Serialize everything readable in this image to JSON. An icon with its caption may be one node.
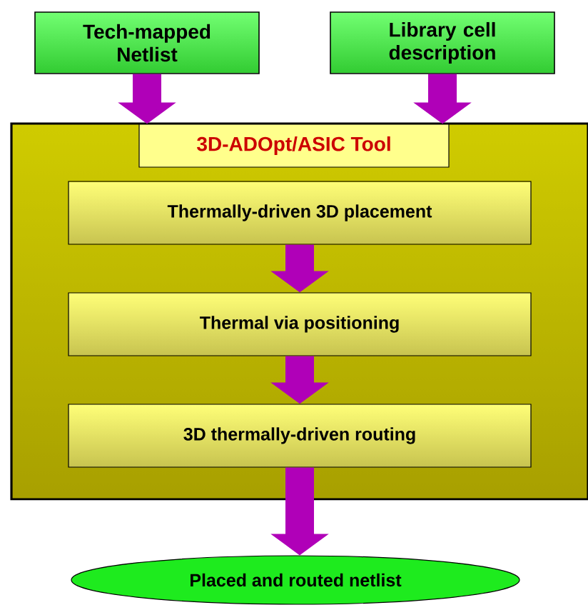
{
  "diagram": {
    "nodes": [
      {
        "text": [
          "Tech-mapped Netlist"
        ]
      },
      {
        "text": [
          "Library cell description"
        ]
      },
      {
        "text": [],
        "shape": "box"
      },
      {
        "text": [
          "3D-ADOpt/ASIC Tool"
        ],
        "in": 2
      },
      {
        "text": [
          "Thermally-driven 3D placement"
        ],
        "in": 2
      },
      {
        "text": [
          "Thermal via positioning"
        ],
        "in": 2
      },
      {
        "text": [
          "3D thermally-driven routing"
        ],
        "in": 2
      },
      {
        "text": [
          "Placed and routed netlist"
        ]
      }
    ],
    "edges": [
      {
        "from": 0,
        "to": 3,
        "arrow": "to"
      },
      {
        "from": 1,
        "to": 3,
        "arrow": "to"
      },
      {
        "from": 4,
        "to": 5,
        "arrow": "to"
      },
      {
        "from": 5,
        "to": 6,
        "arrow": "to"
      },
      {
        "from": 6,
        "to": 7,
        "arrow": "to"
      }
    ]
  }
}
